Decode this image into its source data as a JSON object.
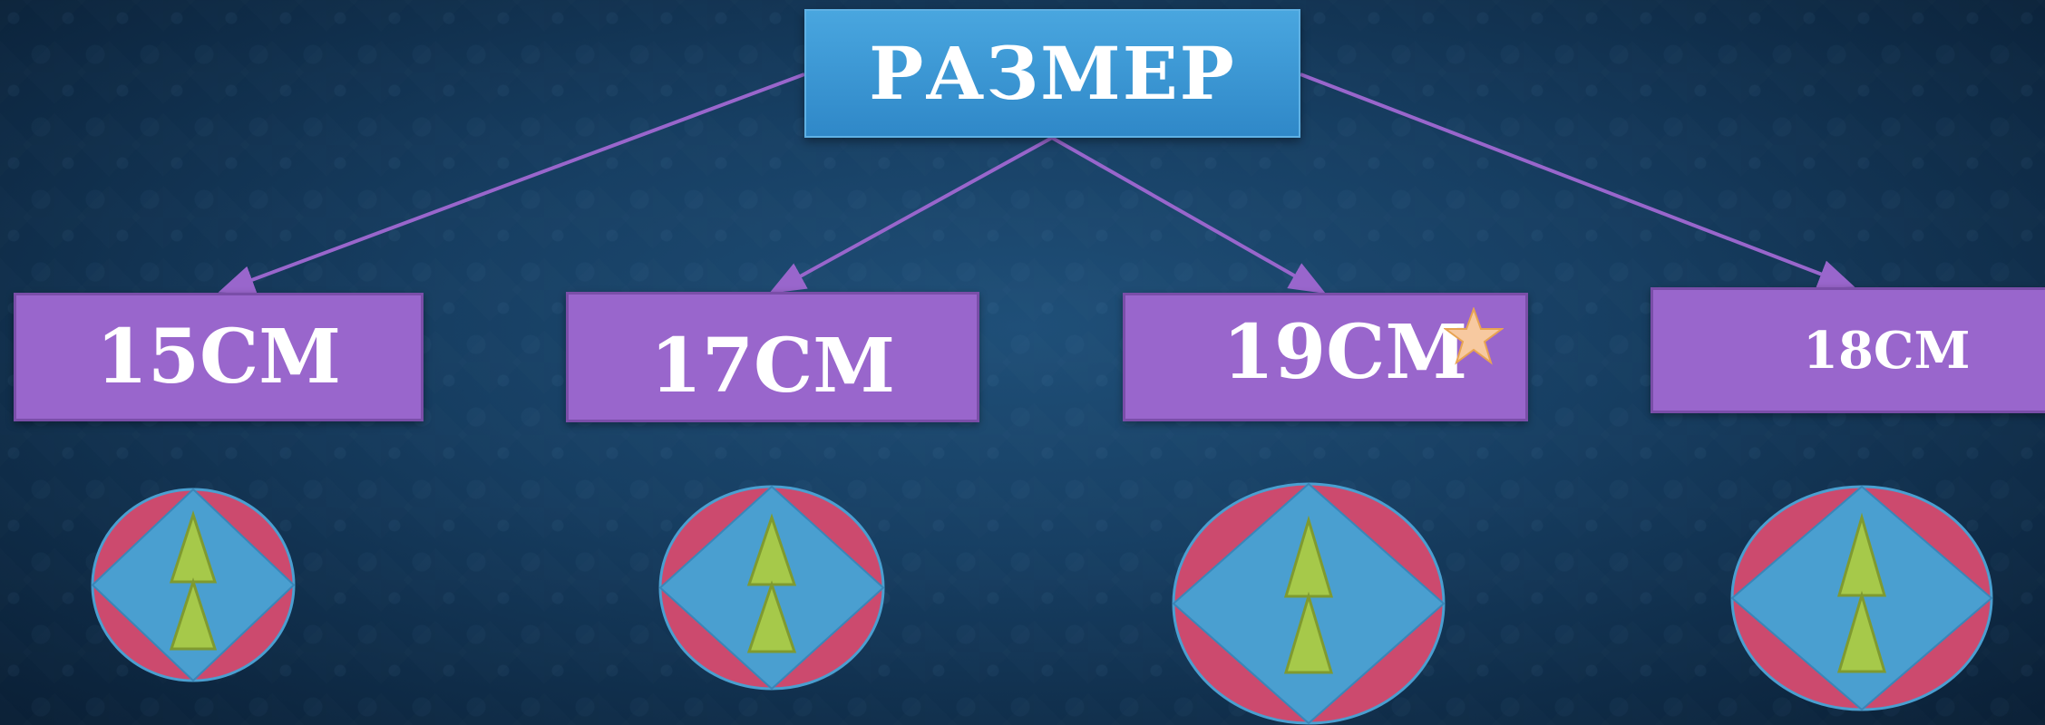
{
  "title": "РАЗМЕР",
  "sizes": [
    {
      "label": "15СМ"
    },
    {
      "label": "17СМ"
    },
    {
      "label": "19СМ",
      "starred": true
    },
    {
      "label": "18СМ"
    }
  ],
  "colors": {
    "title_box": "#3a96d4",
    "size_box": "#9966cc",
    "connector": "#9966cc",
    "emblem_circle": "#cc4a6e",
    "emblem_diamond": "#4a9fd0",
    "emblem_tree": "#a6c94a",
    "star": "#f7c9a0"
  },
  "icons": [
    "star-icon",
    "emblem-icon"
  ]
}
